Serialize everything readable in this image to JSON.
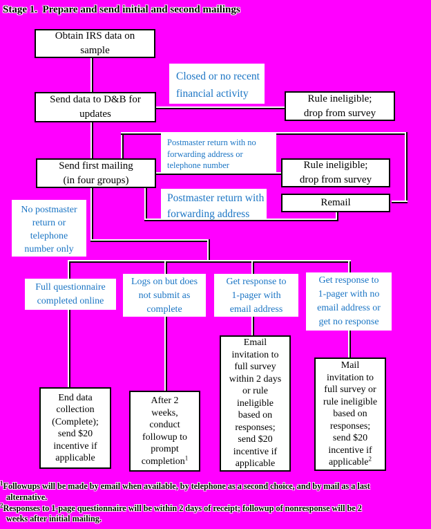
{
  "title": "Stage 1.  Prepare and send initial and second mailings",
  "colors": {
    "background": "#FF00FF",
    "box_fill": "#FFFFFF",
    "box_border": "#000000",
    "box_text": "#000000",
    "condition_label_text": "#1B75C4"
  },
  "boxes": {
    "obtain_irs": {
      "text": "Obtain IRS data on\nsample"
    },
    "send_dnb": {
      "text": "Send data to D&B for\nupdates"
    },
    "rule_ineligible_top": {
      "text": "Rule ineligible;\ndrop from survey"
    },
    "send_first_mailing": {
      "text": "Send first mailing\n(in four groups)"
    },
    "rule_ineligible_mid": {
      "text": "Rule ineligible;\ndrop from survey"
    },
    "remail": {
      "text": "Remail"
    },
    "end_data_collection": {
      "text": "End data\ncollection\n(Complete);\nsend $20\nincentive if\napplicable"
    },
    "after_two_weeks": {
      "text": "After 2\nweeks,\nconduct\nfollowup to\nprompt\ncompletion",
      "sup": "1"
    },
    "email_invitation": {
      "text": "Email\ninvitation to\nfull survey\nwithin 2 days\nor rule\nineligible\nbased on\nresponses;\nsend $20\nincentive if\napplicable"
    },
    "mail_invitation": {
      "text": "Mail\ninvitation to\nfull survey or\nrule ineligible\nbased on\nresponses;\nsend $20\nincentive if\napplicable",
      "sup": "2"
    }
  },
  "labels": {
    "closed_no_activity": {
      "text": "Closed or no recent\nfinancial activity"
    },
    "postmaster_no_forwarding": {
      "text": "Postmaster return with no\nforwarding address or\ntelephone number"
    },
    "postmaster_forwarding": {
      "text": "Postmaster return with\nforwarding address"
    },
    "no_postmaster_return": {
      "text": "No postmaster\nreturn or\ntelephone\nnumber only"
    },
    "full_questionnaire": {
      "text": "Full questionnaire\ncompleted online"
    },
    "logs_on": {
      "text": "Logs on but does\nnot submit as\ncomplete"
    },
    "response_with_email": {
      "text": "Get response to\n1-pager with\nemail address"
    },
    "response_no_email": {
      "text": "Get response to\n1-pager with no\nemail address or\nget no response"
    }
  },
  "footnotes": [
    {
      "sup": "1",
      "text": "Followups will be made by email when available, by telephone as a second choice, and by mail as a last\nalternative."
    },
    {
      "sup": "2",
      "text": "Responses to 1-page questionnaire will be within 2 days of receipt; followup of nonresponse will be 2\nweeks after initial mailing."
    }
  ]
}
